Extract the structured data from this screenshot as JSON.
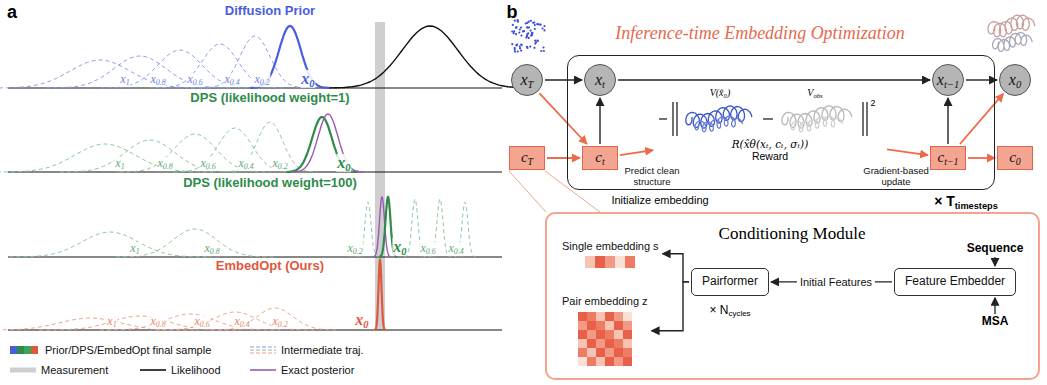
{
  "diagram": {
    "nodes": [
      {
        "text": [
          "xT"
        ]
      },
      {
        "text": [
          "× Ttimesteps"
        ]
      },
      {
        "text": [
          "xt"
        ],
        "in": 1
      },
      {
        "text": [
          "ct"
        ],
        "in": 1
      },
      {
        "text": [
          "R(x̂θ(xₜ, cₜ, σₜ))",
          "Reward"
        ],
        "in": 1
      },
      {
        "text": [
          "xt−1"
        ],
        "in": 1
      },
      {
        "text": [
          "ct−1"
        ],
        "in": 1
      },
      {
        "text": [
          "x0"
        ]
      },
      {
        "text": [
          "cT"
        ]
      },
      {
        "text": [
          "c0"
        ]
      },
      {
        "text": [
          "Conditioning Module"
        ]
      },
      {
        "text": [
          "Single embedding s"
        ],
        "in": 10
      },
      {
        "text": [
          "Pair embedding z"
        ],
        "in": 10
      },
      {
        "text": [
          "Pairformer"
        ],
        "in": 10
      },
      {
        "text": [
          "Feature Embedder"
        ],
        "in": 10
      }
    ],
    "edges": [
      {
        "from": 0,
        "to": 2,
        "arrow": "to"
      },
      {
        "from": 0,
        "to": 3,
        "arrow": "to"
      },
      {
        "from": 8,
        "to": 3,
        "arrow": "to"
      },
      {
        "from": 3,
        "to": 2,
        "arrow": "to"
      },
      {
        "from": 3,
        "to": 4,
        "arrow": "to",
        "label": "Predict clean structure"
      },
      {
        "from": 4,
        "to": 6,
        "arrow": "to",
        "label": "Gradient-based update"
      },
      {
        "from": 6,
        "to": 5,
        "arrow": "to"
      },
      {
        "from": 2,
        "to": 5,
        "arrow": "to"
      },
      {
        "from": 5,
        "to": 7,
        "arrow": "to"
      },
      {
        "from": 6,
        "to": 9,
        "arrow": "to"
      },
      {
        "from": 6,
        "to": 7,
        "arrow": "to"
      },
      {
        "from": 14,
        "to": 13,
        "arrow": "to",
        "label": "Initial Features"
      },
      {
        "from": 13,
        "to": 11,
        "arrow": "to"
      },
      {
        "from": 13,
        "to": 12,
        "arrow": "to"
      }
    ],
    "labels": [
      "a",
      "b",
      "Diffusion Prior",
      "DPS (likelihood weight=1)",
      "DPS (likelihood weight=100)",
      "EmbedOpt (Ours)",
      "x1",
      "x0.8",
      "x0.6",
      "x0.4",
      "x0.2",
      "x0",
      "x1",
      "x0.8",
      "x0.6",
      "x0.4",
      "x0.2",
      "x0",
      "x1",
      "x0.8",
      "x0.2",
      "x0",
      "x0.6",
      "x0.4",
      "x1",
      "x0.8",
      "x0.6",
      "x0.4",
      "x0.2",
      "x0",
      "Inference-time Embedding Optimization",
      "V(x̂₀)",
      "Vobs",
      "2",
      "Initialize embedding",
      "× Ncycles",
      "Sequence",
      "MSA"
    ],
    "legend": [
      {
        "text": "Prior/DPS/EmbedOpt final sample"
      },
      {
        "text": "Intermediate traj."
      },
      {
        "text": "Measurement"
      },
      {
        "text": "Likelihood"
      },
      {
        "text": "Exact posterior"
      }
    ]
  }
}
